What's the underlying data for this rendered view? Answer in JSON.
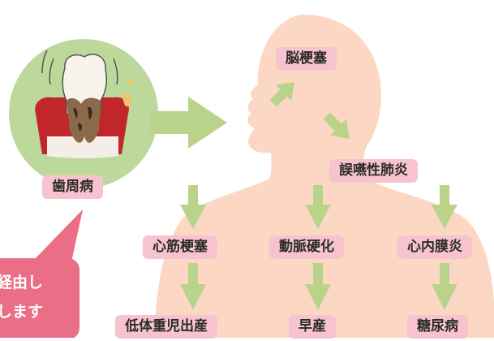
{
  "corner_text": "",
  "source_label": "歯周病",
  "bubble": {
    "line1": "経由し",
    "line2": "します"
  },
  "nodes": {
    "brain": "脳梗塞",
    "lung": "誤嚥性肺炎",
    "heart": "心筋梗塞",
    "artery": "動脈硬化",
    "endocard": "心内膜炎",
    "lowweight": "低体重児出産",
    "preterm": "早産",
    "diabetes": "糖尿病"
  },
  "colors": {
    "body": "#fcd8c4",
    "arrow": "#b9d48a",
    "label_bg": "#f7c3cf",
    "circle": "#bcd89a",
    "bubble": "#ea6e86"
  }
}
